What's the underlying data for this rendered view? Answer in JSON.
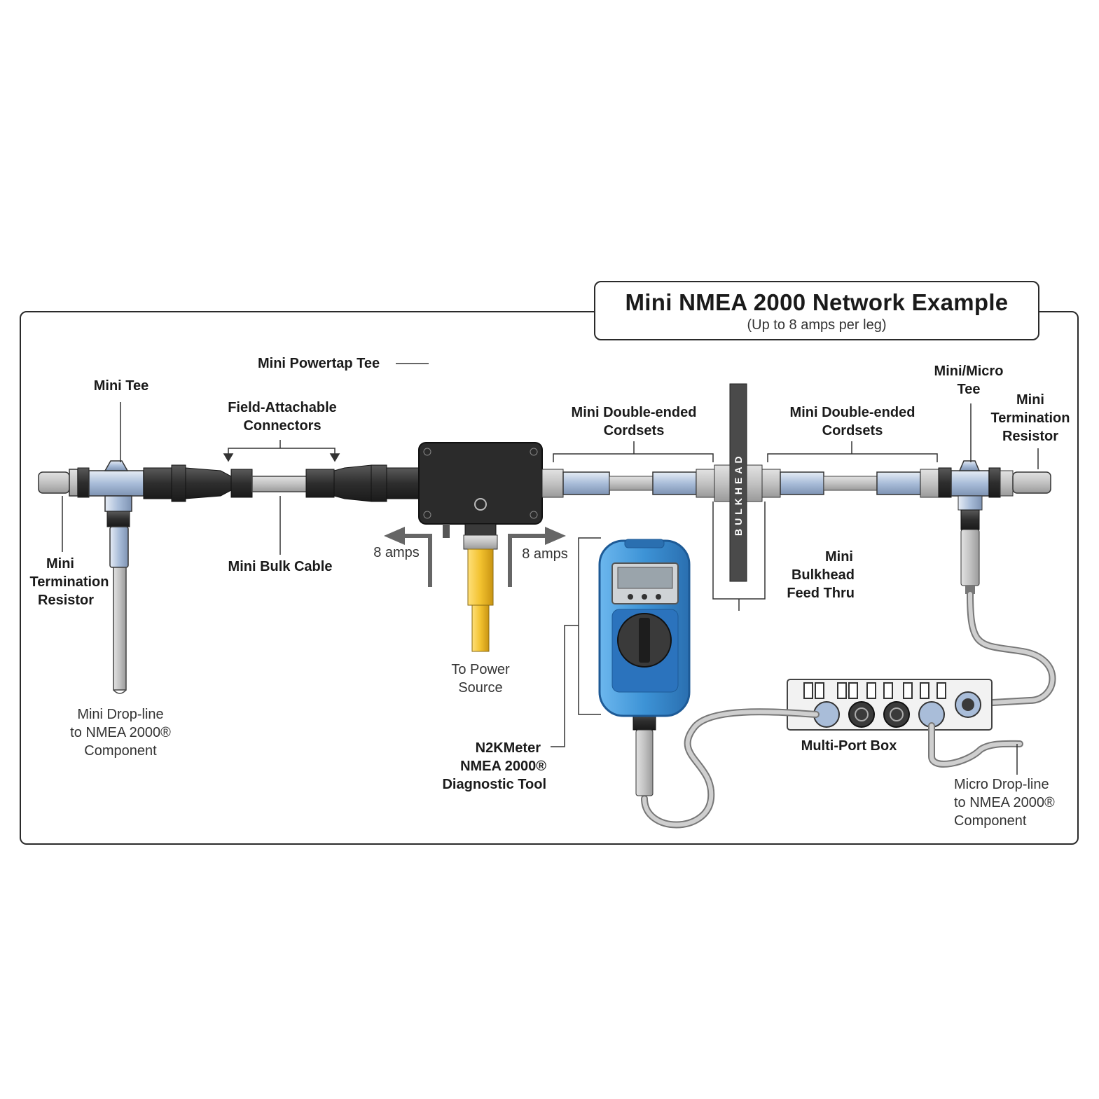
{
  "title": "Mini NMEA 2000  Network Example",
  "subtitle": "(Up to 8 amps per leg)",
  "labels": {
    "mini_powertap_tee": "Mini Powertap Tee",
    "mini_tee": "Mini Tee",
    "field_attachable_1": "Field-Attachable",
    "field_attachable_2": "Connectors",
    "cordsets_left_1": "Mini Double-ended",
    "cordsets_left_2": "Cordsets",
    "cordsets_right_1": "Mini Double-ended",
    "cordsets_right_2": "Cordsets",
    "mini_micro_tee_1": "Mini/Micro",
    "mini_micro_tee_2": "Tee",
    "term_right_1": "Mini",
    "term_right_2": "Termination",
    "term_right_3": "Resistor",
    "term_left_1": "Mini",
    "term_left_2": "Termination",
    "term_left_3": "Resistor",
    "mini_bulk_cable": "Mini Bulk Cable",
    "amps_left": "8 amps",
    "amps_right": "8 amps",
    "bulkhead_feed_1": "Mini",
    "bulkhead_feed_2": "Bulkhead",
    "bulkhead_feed_3": "Feed Thru",
    "bulkhead_text": "BULKHEAD",
    "power_source_1": "To Power",
    "power_source_2": "Source",
    "mini_dropline_1": "Mini Drop-line",
    "mini_dropline_2": "to NMEA 2000®",
    "mini_dropline_3": "Component",
    "n2kmeter_1": "N2KMeter",
    "n2kmeter_2": "NMEA 2000®",
    "n2kmeter_3": "Diagnostic Tool",
    "multiport_box": "Multi-Port Box",
    "micro_dropline_1": "Micro Drop-line",
    "micro_dropline_2": "to NMEA 2000®",
    "micro_dropline_3": "Component"
  },
  "colors": {
    "connector_blue": "#a9bdd9",
    "cable_gray": "#c4c4c4",
    "powertap_body": "#2b2b2b",
    "power_yellow": "#f2c12e",
    "meter_blue": "#3d93d6",
    "bulkhead_dark": "#4a4a4a"
  }
}
